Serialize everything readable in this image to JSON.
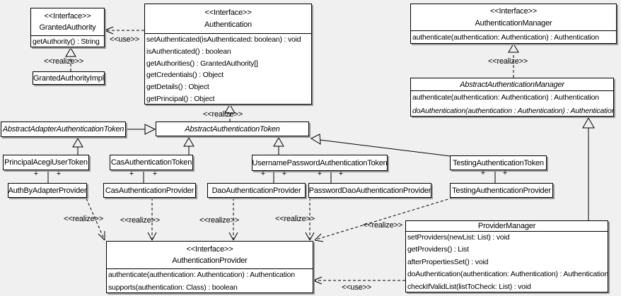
{
  "colors": {
    "background": "#f0f0f0",
    "box_fill": "#ffffff",
    "line": "#000000",
    "shadow": "#9a9a9a"
  },
  "classes": {
    "granted_authority": {
      "stereotype": "<<Interface>>",
      "name": "GrantedAuthority",
      "methods": [
        "getAuthority() : String"
      ]
    },
    "granted_authority_impl": {
      "name": "GrantedAuthorityImpl"
    },
    "authentication": {
      "stereotype": "<<Interface>>",
      "name": "Authentication",
      "methods": [
        "setAuthenticated(isAuthenticated: boolean) : void",
        "isAuthenticated() : boolean",
        "getAuthorities() : GrantedAuthority[]",
        "getCredentials() : Object",
        "getDetails() : Object",
        "getPrincipal() : Object"
      ]
    },
    "authentication_manager": {
      "stereotype": "<<Interface>>",
      "name": "AuthenticationManager",
      "methods": [
        "authenticate(authentication: Authentication) : Authentication"
      ]
    },
    "abstract_authentication_manager": {
      "name": "AbstractAuthenticationManager",
      "methods": [
        "authenticate(authentication: Authentication) : Authentication",
        "doAuthentication(authentication : Authentication) : Authentication"
      ]
    },
    "abstract_adapter_authentication_token": {
      "name": "AbstractAdapterAuthenticationToken"
    },
    "abstract_authentication_token": {
      "name": "AbstractAuthenticationToken"
    },
    "principal_acegi_user_token": {
      "name": "PrincipalAcegiUserToken"
    },
    "cas_authentication_token": {
      "name": "CasAuthenticationToken"
    },
    "username_password_authentication_token": {
      "name": "UsernamePasswordAuthenticationToken"
    },
    "testing_authentication_token": {
      "name": "TestingAuthenticationToken"
    },
    "auth_by_adapter_provider": {
      "name": "AuthByAdapterProvider"
    },
    "cas_authentication_provider": {
      "name": "CasAuthenticationProvider"
    },
    "dao_authentication_provider": {
      "name": "DaoAuthenticationProvider"
    },
    "password_dao_authentication_provider": {
      "name": "PasswordDaoAuthenticationProvider"
    },
    "testing_authentication_provider": {
      "name": "TestingAuthenticationProvider"
    },
    "authentication_provider": {
      "stereotype": "<<Interface>>",
      "name": "AuthenticationProvider",
      "methods": [
        "authenticate(authentication: Authentication) : Authentication",
        "supports(authentication: Class) : boolean"
      ]
    },
    "provider_manager": {
      "name": "ProviderManager",
      "methods": [
        "setProviders(newList: List) : void",
        "getProviders() : List",
        "afterPropertiesSet() : void",
        "doAuthentication(authentication: Authentication) : Authentication",
        "checkIfValidList(listToCheck: List) : void"
      ]
    }
  },
  "edge_labels": {
    "use": "<<use>>",
    "realize": "<<realize>>"
  },
  "association_end_marker": "+"
}
